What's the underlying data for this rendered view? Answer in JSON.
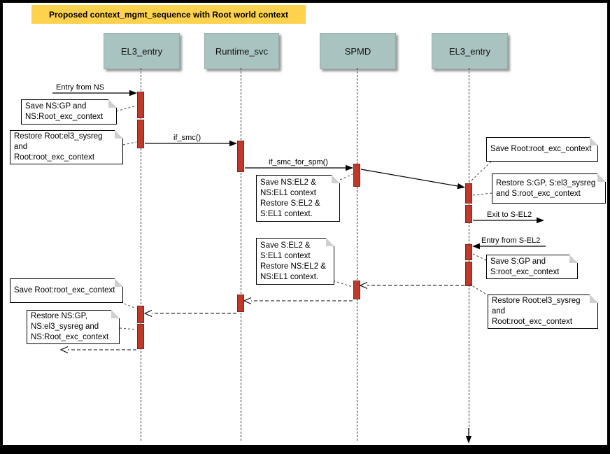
{
  "title": "Proposed context_mgmt_sequence with Root world context",
  "actors": [
    {
      "label": "EL3_entry"
    },
    {
      "label": "Runtime_svc"
    },
    {
      "label": "SPMD"
    },
    {
      "label": "EL3_entry"
    }
  ],
  "messages": [
    {
      "label": "Entry from NS"
    },
    {
      "label": "if_smc()"
    },
    {
      "label": "if_smc_for_spm()"
    },
    {
      "label": "Exit to S-EL2"
    },
    {
      "label": "Entry from S-EL2"
    }
  ],
  "notes": [
    {
      "text": "Save NS:GP and\nNS:Root_exc_context"
    },
    {
      "text": "Restore Root:el3_sysreg\nand\nRoot:root_exc_context"
    },
    {
      "text": "Save Root:root_exc_context"
    },
    {
      "text": "Save NS:EL2 &\nNS:EL1 context\nRestore S:EL2 &\nS:EL1 context."
    },
    {
      "text": "Restore S:GP, S:el3_sysreg\nand S:root_exc_context"
    },
    {
      "text": "Save S:EL2 &\nS:EL1 context\nRestore NS:EL2 &\nNS:EL1 context."
    },
    {
      "text": "Save S:GP and\nS:root_exc_context"
    },
    {
      "text": "Restore Root:el3_sysreg\nand\nRoot:root_exc_context"
    },
    {
      "text": "Save Root:root_exc_context"
    },
    {
      "text": "Restore NS:GP,\nNS:el3_sysreg and\nNS:Root_exc_context"
    }
  ],
  "colors": {
    "title_bg": "#FFD24D",
    "actor_bg": "#A9C4C0",
    "activation": "#C0392B",
    "activation_border": "#78281F",
    "note_bg": "#FFFFFF"
  }
}
